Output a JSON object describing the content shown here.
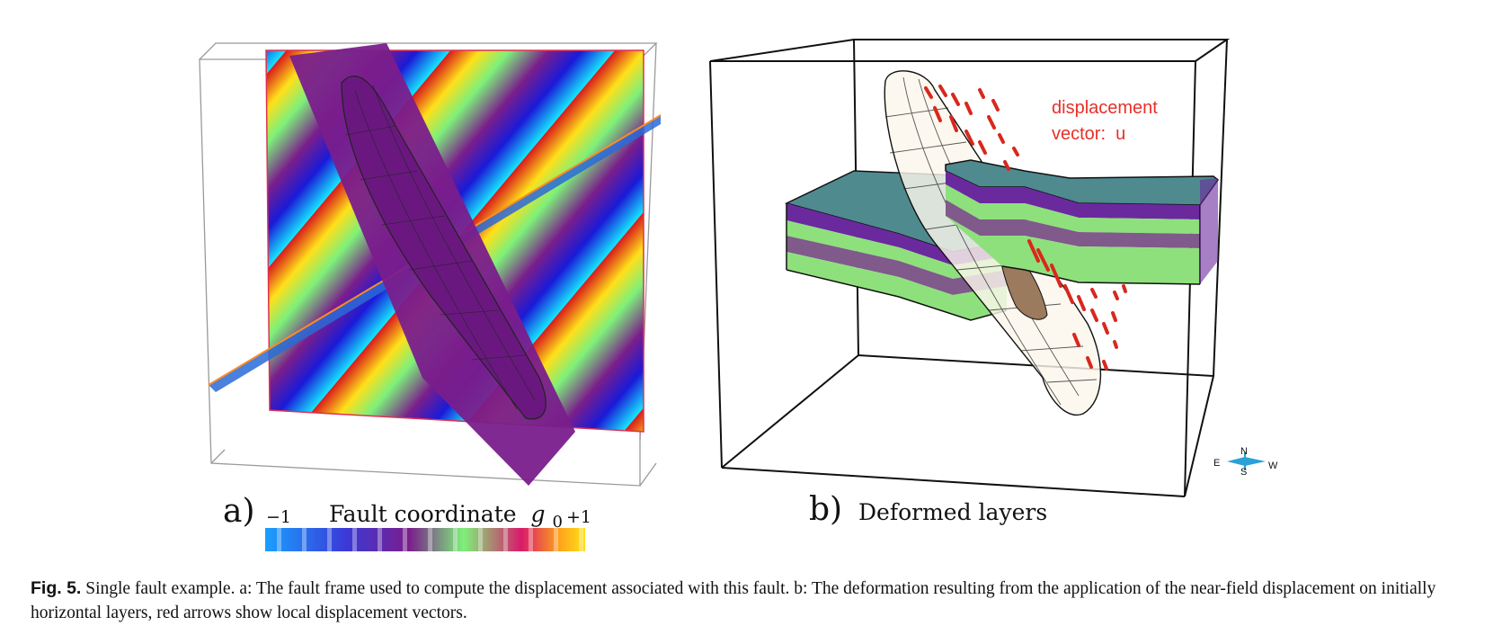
{
  "panel_a": {
    "letter": "a)",
    "colorbar": {
      "min_label": "−1",
      "title_text": "Fault coordinate",
      "title_symbol": "g",
      "title_subscript": "0",
      "max_label": "+1"
    }
  },
  "panel_b": {
    "letter": "b)",
    "title": "Deformed layers",
    "annotation_line1": "displacement",
    "annotation_line2": "vector:  u",
    "compass": {
      "east": "E",
      "north": "N",
      "south": "S",
      "west": "W"
    }
  },
  "caption": {
    "label": "Fig. 5.",
    "text": " Single fault example. a: The fault frame used to compute the displacement associated with this fault. b: The deformation resulting from the application of the near-field displacement on initially horizontal layers, red arrows show local displacement vectors."
  },
  "colors": {
    "annotation_red": "#e8302a",
    "fault_purple": "#7a1e8c",
    "layer_teal": "#4f8a8f",
    "layer_purple": "#6a2a9e",
    "layer_green": "#8ee07c",
    "layer_mauve": "#7f5a8a"
  }
}
